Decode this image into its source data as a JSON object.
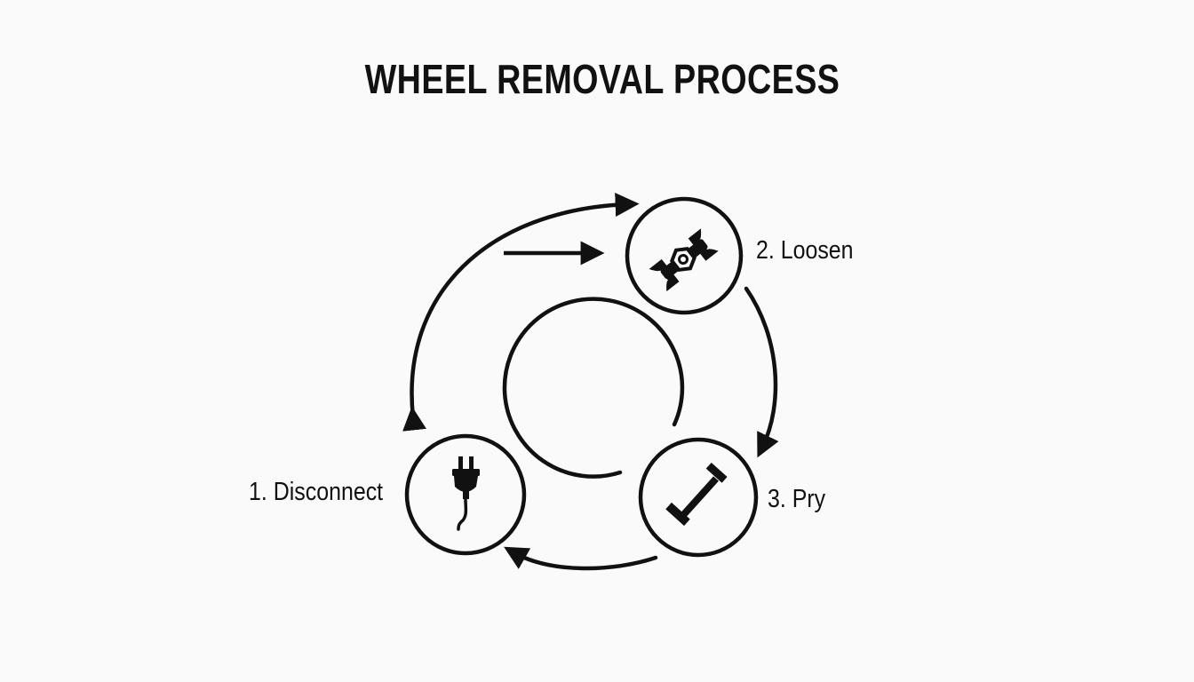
{
  "title": "WHEEL REMOVAL PROCESS",
  "steps": [
    {
      "label": "1. Disconnect",
      "icon": "plug-icon"
    },
    {
      "label": "2. Loosen",
      "icon": "wrench-nut-icon"
    },
    {
      "label": "3. Pry",
      "icon": "pry-bar-icon"
    }
  ],
  "colors": {
    "stroke": "#111111",
    "background": "#fafafa"
  }
}
